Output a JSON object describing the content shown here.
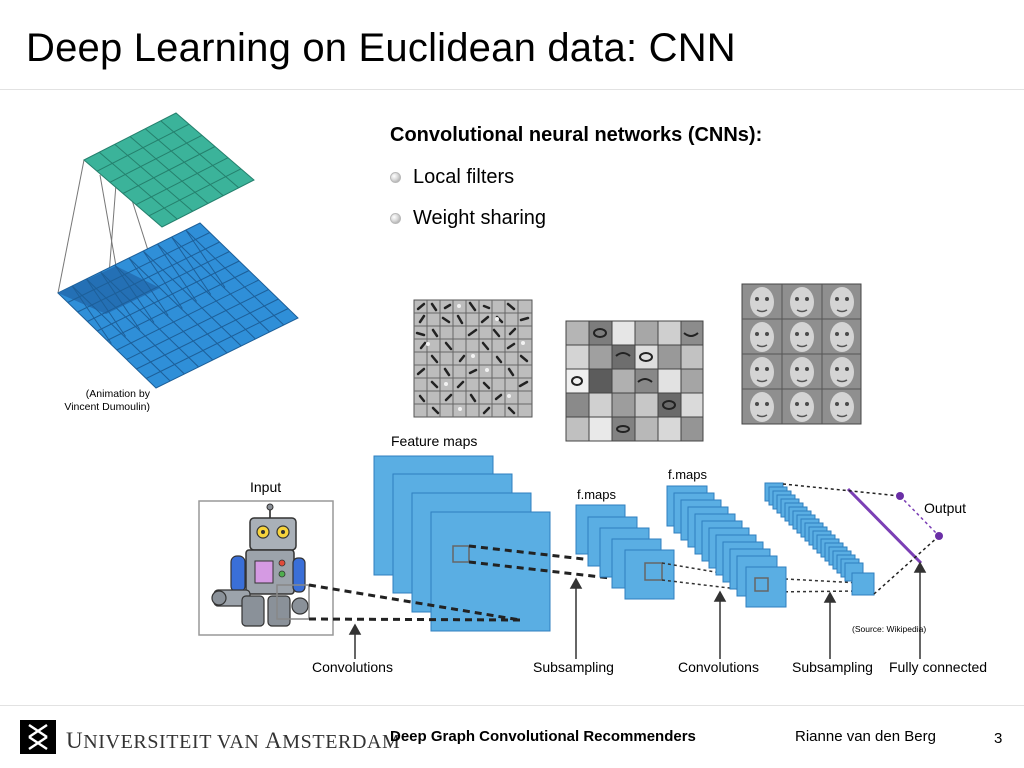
{
  "slide": {
    "title": "Deep Learning on Euclidean data: CNN",
    "heading": "Convolutional neural networks (CNNs):",
    "bullets": [
      "Local filters",
      "Weight sharing"
    ],
    "animation_credit_line1": "(Animation by",
    "animation_credit_line2": "Vincent Dumoulin)"
  },
  "diagram": {
    "labels": {
      "input": "Input",
      "feature_maps": "Feature maps",
      "fmaps_1": "f.maps",
      "fmaps_2": "f.maps",
      "output": "Output",
      "convolutions_1": "Convolutions",
      "subsampling_1": "Subsampling",
      "convolutions_2": "Convolutions",
      "subsampling_2": "Subsampling",
      "fully_connected": "Fully connected",
      "source": "(Source: Wikipedia)"
    },
    "colors": {
      "output_grid": "#3bb39a",
      "input_grid": "#2f8fd8",
      "feature_map_fill": "#5aaee3",
      "fc_line": "#7b3fb5"
    }
  },
  "footer": {
    "university": "UNIVERSITEIT VAN AMSTERDAM",
    "university_first": "U",
    "university_rest1": "NIVERSITEIT VAN ",
    "university_cap2": "A",
    "university_rest2": "MSTERDAM",
    "presentation_title": "Deep Graph Convolutional Recommenders",
    "author": "Rianne van den Berg",
    "page_number": "3"
  }
}
